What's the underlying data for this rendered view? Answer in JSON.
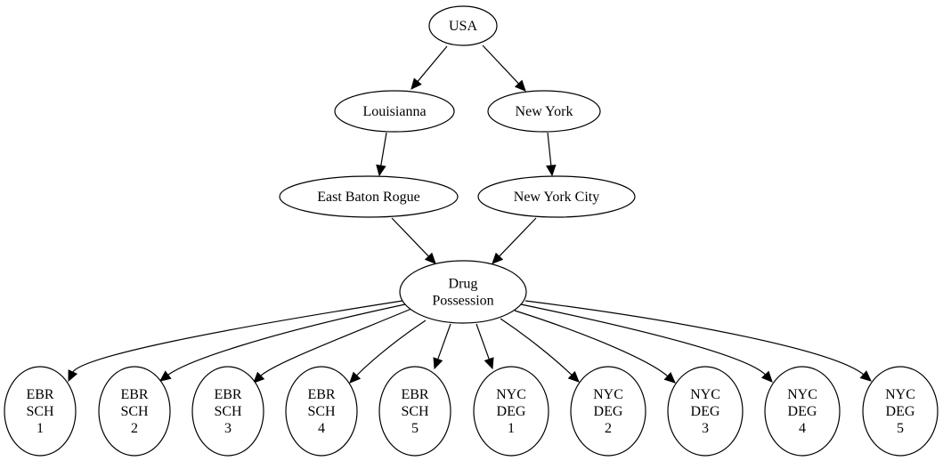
{
  "nodes": {
    "usa": [
      "USA"
    ],
    "louisianna": [
      "Louisianna"
    ],
    "new_york": [
      "New York"
    ],
    "east_baton_rouge": [
      "East Baton Rogue"
    ],
    "new_york_city": [
      "New York City"
    ],
    "drug_possession": [
      "Drug",
      "Possession"
    ],
    "ebr_sch_1": [
      "EBR",
      "SCH",
      "1"
    ],
    "ebr_sch_2": [
      "EBR",
      "SCH",
      "2"
    ],
    "ebr_sch_3": [
      "EBR",
      "SCH",
      "3"
    ],
    "ebr_sch_4": [
      "EBR",
      "SCH",
      "4"
    ],
    "ebr_sch_5": [
      "EBR",
      "SCH",
      "5"
    ],
    "nyc_deg_1": [
      "NYC",
      "DEG",
      "1"
    ],
    "nyc_deg_2": [
      "NYC",
      "DEG",
      "2"
    ],
    "nyc_deg_3": [
      "NYC",
      "DEG",
      "3"
    ],
    "nyc_deg_4": [
      "NYC",
      "DEG",
      "4"
    ],
    "nyc_deg_5": [
      "NYC",
      "DEG",
      "5"
    ]
  },
  "edges": [
    [
      "usa",
      "louisianna"
    ],
    [
      "usa",
      "new_york"
    ],
    [
      "louisianna",
      "east_baton_rouge"
    ],
    [
      "new_york",
      "new_york_city"
    ],
    [
      "east_baton_rouge",
      "drug_possession"
    ],
    [
      "new_york_city",
      "drug_possession"
    ],
    [
      "drug_possession",
      "ebr_sch_1"
    ],
    [
      "drug_possession",
      "ebr_sch_2"
    ],
    [
      "drug_possession",
      "ebr_sch_3"
    ],
    [
      "drug_possession",
      "ebr_sch_4"
    ],
    [
      "drug_possession",
      "ebr_sch_5"
    ],
    [
      "drug_possession",
      "nyc_deg_1"
    ],
    [
      "drug_possession",
      "nyc_deg_2"
    ],
    [
      "drug_possession",
      "nyc_deg_3"
    ],
    [
      "drug_possession",
      "nyc_deg_4"
    ],
    [
      "drug_possession",
      "nyc_deg_5"
    ]
  ]
}
